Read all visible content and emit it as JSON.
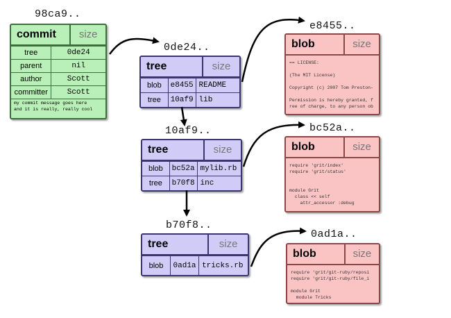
{
  "commit": {
    "hash": "98ca9..",
    "type": "commit",
    "size": "size",
    "rows": [
      {
        "key": "tree",
        "value": "0de24"
      },
      {
        "key": "parent",
        "value": "nil"
      },
      {
        "key": "author",
        "value": "Scott"
      },
      {
        "key": "committer",
        "value": "Scott"
      }
    ],
    "message": [
      "my commit message goes here",
      "and it is really, really cool"
    ]
  },
  "trees": [
    {
      "hash": "0de24..",
      "type": "tree",
      "size": "size",
      "entries": [
        {
          "mode": "blob",
          "sha": "e8455",
          "name": "README"
        },
        {
          "mode": "tree",
          "sha": "10af9",
          "name": "lib"
        }
      ]
    },
    {
      "hash": "10af9..",
      "type": "tree",
      "size": "size",
      "entries": [
        {
          "mode": "blob",
          "sha": "bc52a",
          "name": "mylib.rb"
        },
        {
          "mode": "tree",
          "sha": "b70f8",
          "name": "inc"
        }
      ]
    },
    {
      "hash": "b70f8..",
      "type": "tree",
      "size": "size",
      "entries": [
        {
          "mode": "blob",
          "sha": "0ad1a",
          "name": "tricks.rb"
        }
      ]
    }
  ],
  "blobs": [
    {
      "hash": "e8455..",
      "type": "blob",
      "size": "size",
      "content": "== LICENSE:\n\n(The MIT License)\n\nCopyright (c) 2007 Tom Preston-\n\nPermission is hereby granted, f\nree of charge, to any person ob"
    },
    {
      "hash": "bc52a..",
      "type": "blob",
      "size": "size",
      "content": "require 'grit/index'\nrequire 'grit/status'\n\n\nmodule Grit\n  class << self\n    attr_accessor :debug"
    },
    {
      "hash": "0ad1a..",
      "type": "blob",
      "size": "size",
      "content": "require 'grit/git-ruby/reposi\nrequire 'grit/git-ruby/file_i\n\nmodule Grit\n  module Tricks"
    }
  ]
}
